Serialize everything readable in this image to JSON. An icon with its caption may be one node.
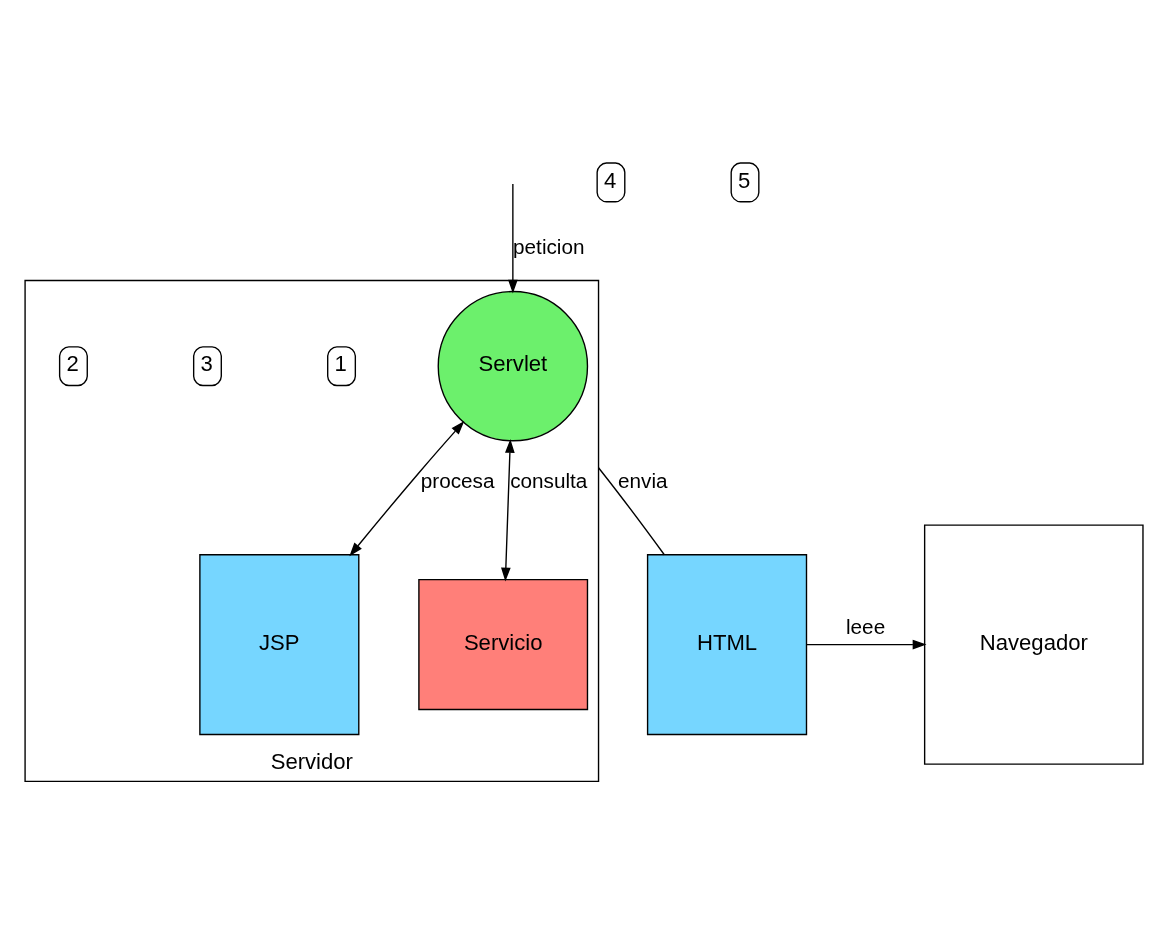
{
  "diagram": {
    "nodes": [
      {
        "text": [
          "Servidor"
        ]
      },
      {
        "text": [
          "Servlet"
        ],
        "in": 0
      },
      {
        "text": [
          "JSP"
        ],
        "in": 0
      },
      {
        "text": [
          "Servicio"
        ],
        "in": 0
      },
      {
        "text": [
          "HTML"
        ]
      },
      {
        "text": [
          "Navegador"
        ]
      }
    ],
    "edges": [
      {
        "from": null,
        "to": 1,
        "arrow": "to",
        "label": "peticion"
      },
      {
        "from": 1,
        "to": 2,
        "arrow": "both",
        "label": "procesa"
      },
      {
        "from": 1,
        "to": 3,
        "arrow": "both",
        "label": "consulta"
      },
      {
        "from": 0,
        "to": 4,
        "arrow": "none",
        "label": "envia"
      },
      {
        "from": 4,
        "to": 5,
        "arrow": "to",
        "label": "leee"
      }
    ],
    "labels": [
      "1",
      "3",
      "2",
      "4",
      "5"
    ]
  }
}
